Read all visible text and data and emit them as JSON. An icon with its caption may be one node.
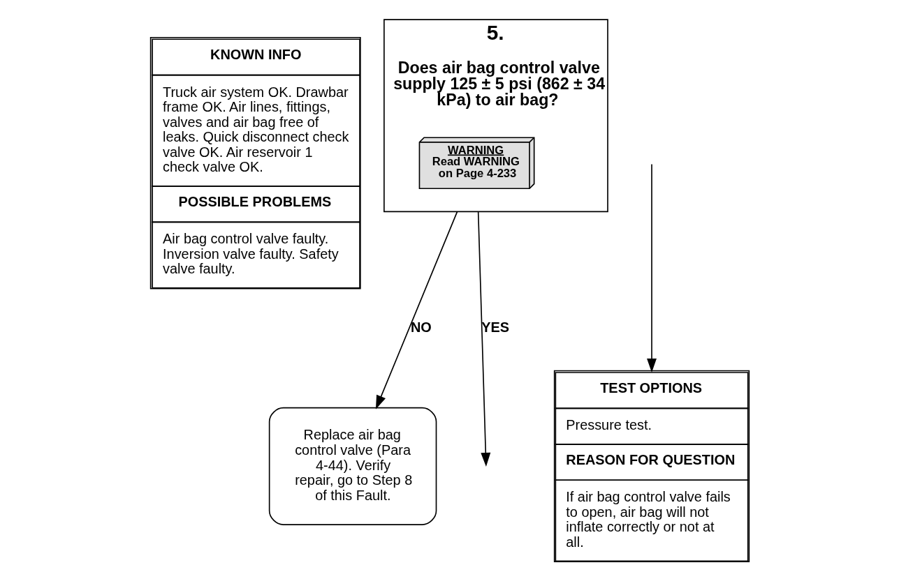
{
  "diagram": {
    "nodes": [
      {
        "text": [
          "KNOWN INFO",
          "Truck air system OK. Drawbar frame OK. Air lines, fittings, valves and air bag free of leaks. Quick disconnect check valve OK. Air reservoir 1 check valve OK.",
          "POSSIBLE PROBLEMS",
          "Air bag control valve faulty. Inversion valve faulty. Safety valve faulty."
        ]
      },
      {
        "text": [
          "5.",
          "Does air bag control valve supply 125 ± 5 psi (862 ± 34 kPa) to air bag?"
        ]
      },
      {
        "text": [
          "WARNING",
          "Read WARNING on Page 4-233"
        ],
        "in": 1
      },
      {
        "text": [
          "TEST OPTIONS",
          "Pressure test.",
          "REASON FOR QUESTION",
          "If air bag control valve fails to open, air bag will not inflate correctly or not at all."
        ]
      },
      {
        "text": [
          "Replace air bag control valve (Para 4-44). Verify repair, go to Step 8 of this Fault."
        ]
      }
    ],
    "edges": [
      {
        "from": 1,
        "to": 4,
        "arrow": "to",
        "label": "NO"
      },
      {
        "from": 1,
        "to": null,
        "arrow": "to",
        "label": "YES"
      },
      {
        "from": null,
        "to": 3,
        "arrow": "to"
      }
    ]
  }
}
